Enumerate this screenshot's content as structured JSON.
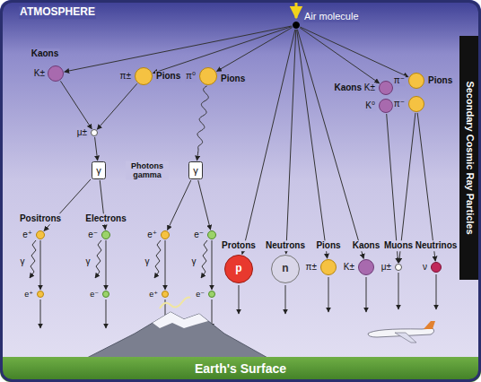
{
  "diagram": {
    "nodes": [
      {
        "text": [
          "Air molecule"
        ]
      },
      {
        "text": [
          "Kaons",
          "K±"
        ]
      },
      {
        "text": [
          "π±",
          "Pions"
        ]
      },
      {
        "text": [
          "π⁰",
          "Pions"
        ]
      },
      {
        "text": [
          "μ±"
        ]
      },
      {
        "text": [
          "γ"
        ]
      },
      {
        "text": [
          "γ"
        ]
      },
      {
        "text": [
          "Positrons",
          "e⁺"
        ]
      },
      {
        "text": [
          "Electrons",
          "e⁻"
        ]
      },
      {
        "text": [
          "e⁺"
        ]
      },
      {
        "text": [
          "e⁻"
        ]
      },
      {
        "text": [
          "e⁺"
        ]
      },
      {
        "text": [
          "e⁻"
        ]
      },
      {
        "text": [
          "e⁺"
        ]
      },
      {
        "text": [
          "e⁻"
        ]
      },
      {
        "text": [
          "Protons",
          "p"
        ]
      },
      {
        "text": [
          "Neutrons",
          "n"
        ]
      },
      {
        "text": [
          "Pions",
          "π±"
        ]
      },
      {
        "text": [
          "Kaons",
          "K±"
        ]
      },
      {
        "text": [
          "Muons",
          "μ±"
        ]
      },
      {
        "text": [
          "Neutrinos",
          "ν"
        ]
      },
      {
        "text": [
          "Kaons",
          "K±"
        ]
      },
      {
        "text": [
          "K⁰"
        ]
      },
      {
        "text": [
          "π⁻",
          "Pions"
        ]
      },
      {
        "text": [
          "π⁻"
        ]
      }
    ],
    "edges": [
      {
        "from": 0,
        "to": 1,
        "arrow": "to"
      },
      {
        "from": 0,
        "to": 2,
        "arrow": "to"
      },
      {
        "from": 0,
        "to": 3,
        "arrow": "to"
      },
      {
        "from": 0,
        "to": 15,
        "arrow": "to"
      },
      {
        "from": 0,
        "to": 16,
        "arrow": "to"
      },
      {
        "from": 0,
        "to": 17,
        "arrow": "to"
      },
      {
        "from": 0,
        "to": 18,
        "arrow": "to"
      },
      {
        "from": 0,
        "to": 21,
        "arrow": "to"
      },
      {
        "from": 0,
        "to": 23,
        "arrow": "to"
      },
      {
        "from": 1,
        "to": 4,
        "arrow": "to"
      },
      {
        "from": 2,
        "to": 4,
        "arrow": "to"
      },
      {
        "from": 4,
        "to": 5,
        "arrow": "to"
      },
      {
        "from": 3,
        "to": 6,
        "arrow": "to"
      },
      {
        "from": 5,
        "to": 7,
        "arrow": "to"
      },
      {
        "from": 5,
        "to": 8,
        "arrow": "to"
      },
      {
        "from": 6,
        "to": 9,
        "arrow": "to"
      },
      {
        "from": 6,
        "to": 10,
        "arrow": "to"
      },
      {
        "from": 7,
        "to": 11,
        "arrow": "to"
      },
      {
        "from": 8,
        "to": 12,
        "arrow": "to"
      },
      {
        "from": 9,
        "to": 13,
        "arrow": "to"
      },
      {
        "from": 10,
        "to": 14,
        "arrow": "to"
      },
      {
        "from": 22,
        "to": 19,
        "arrow": "to"
      },
      {
        "from": 24,
        "to": 19,
        "arrow": "to"
      },
      {
        "from": 24,
        "to": 20,
        "arrow": "to"
      }
    ],
    "labels": [
      "ATMOSPHERE",
      "Photons gamma",
      "γ",
      "γ",
      "γ",
      "γ",
      "Secondary Cosmic Ray Particles",
      "Earth's Surface"
    ]
  }
}
